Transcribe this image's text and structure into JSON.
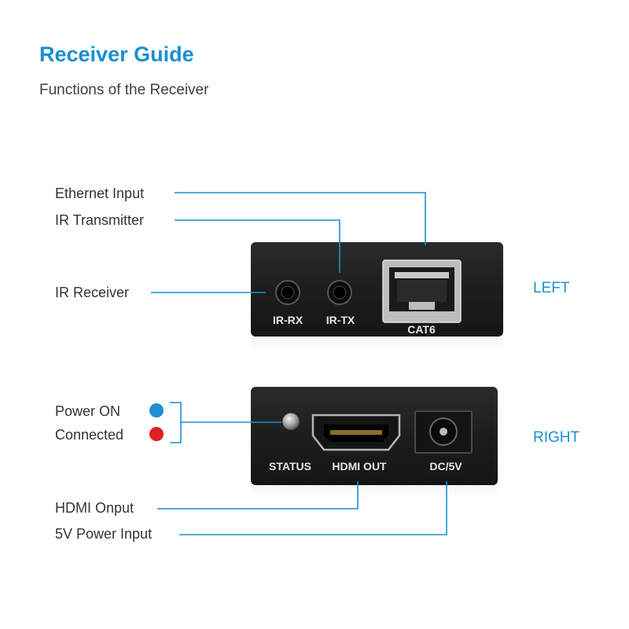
{
  "header": {
    "title": "Receiver Guide",
    "subtitle": "Functions of the Receiver"
  },
  "left_panel": {
    "side_label": "LEFT",
    "callouts": {
      "ethernet": "Ethernet Input",
      "ir_transmitter": "IR Transmitter",
      "ir_receiver": "IR Receiver"
    },
    "ports": {
      "ir_rx": "IR-RX",
      "ir_tx": "IR-TX",
      "cat6": "CAT6"
    }
  },
  "right_panel": {
    "side_label": "RIGHT",
    "indicators": [
      {
        "label": "Power ON",
        "color": "#1e8fd0"
      },
      {
        "label": "Connected",
        "color": "#e02020"
      }
    ],
    "callouts": {
      "hdmi": "HDMI Onput",
      "power": "5V Power Input"
    },
    "ports": {
      "status": "STATUS",
      "hdmi_out": "HDMI OUT",
      "dc": "DC/5V"
    }
  },
  "colors": {
    "accent": "#1a8fd0",
    "device_body": "#1f1f1f"
  }
}
